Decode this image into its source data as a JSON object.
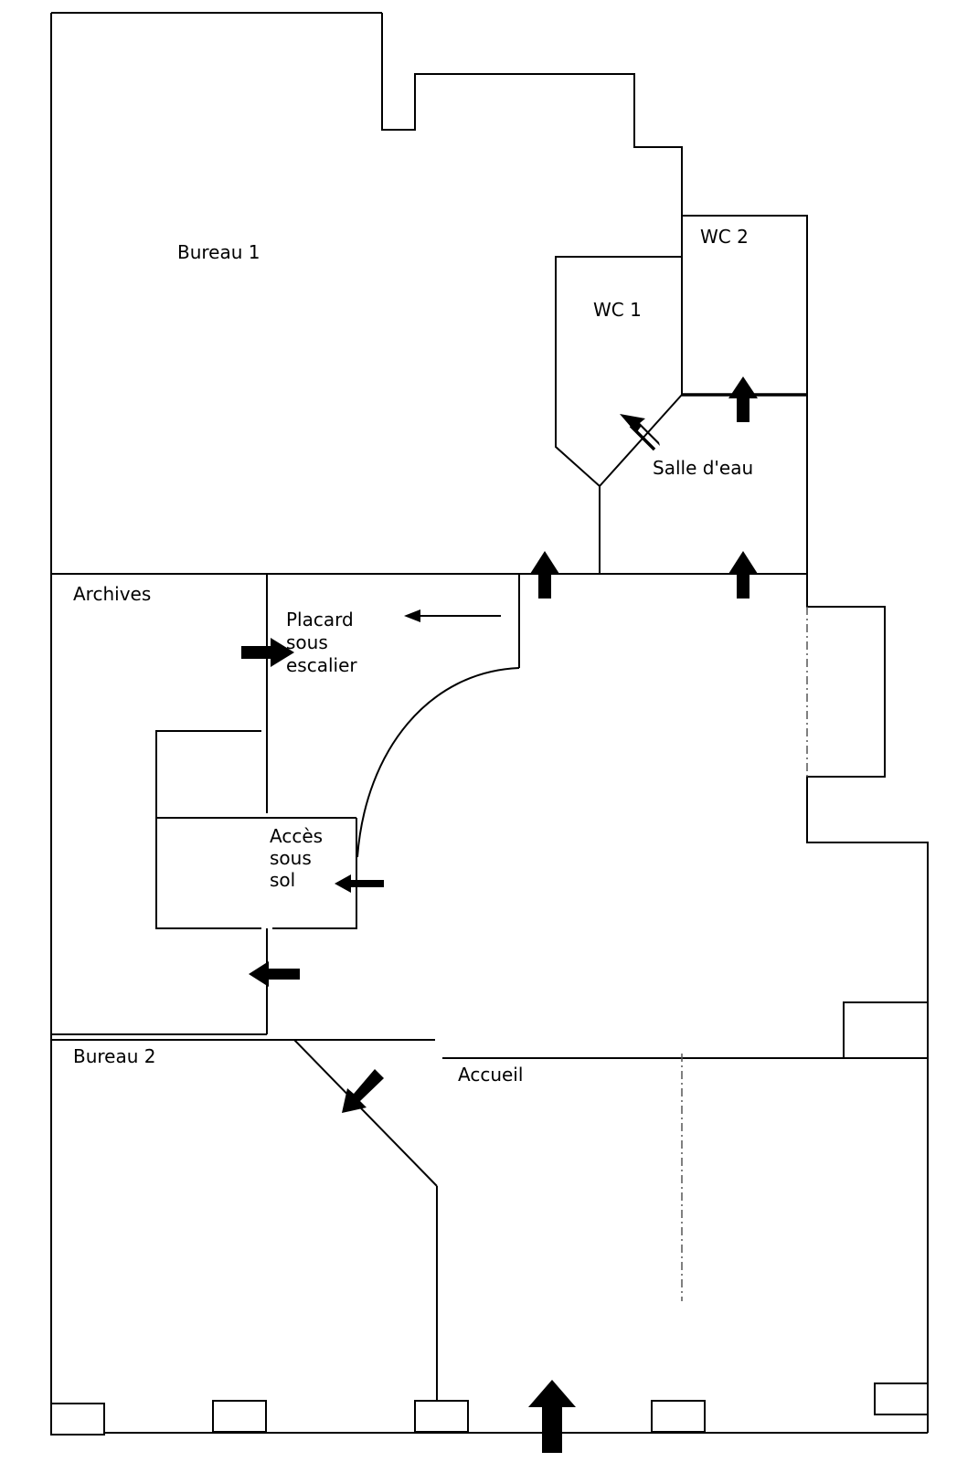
{
  "floor_plan": {
    "rooms": {
      "bureau1": "Bureau 1",
      "wc1": "WC 1",
      "wc2": "WC 2",
      "salle_deau": "Salle d'eau",
      "archives": "Archives",
      "placard": [
        "Placard",
        "sous",
        "escalier"
      ],
      "acces": [
        "Accès",
        "sous",
        "sol"
      ],
      "bureau2": "Bureau 2",
      "accueil": "Accueil"
    }
  }
}
